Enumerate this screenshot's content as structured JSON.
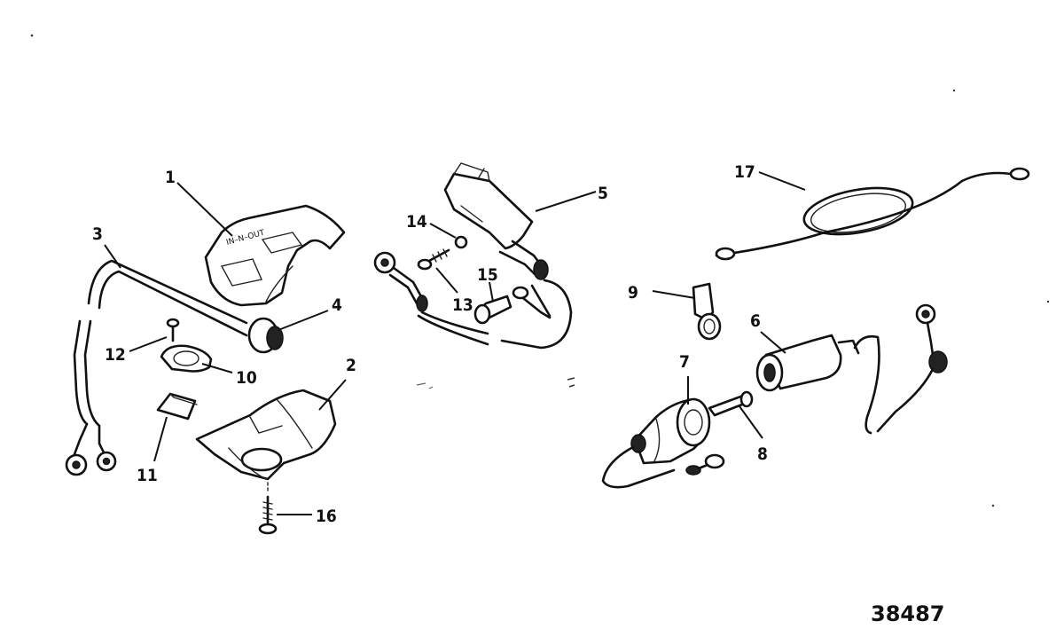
{
  "callouts": {
    "c1": "1",
    "c2": "2",
    "c3": "3",
    "c4": "4",
    "c5": "5",
    "c6": "6",
    "c7": "7",
    "c8": "8",
    "c9": "9",
    "c10": "10",
    "c11": "11",
    "c12": "12",
    "c13": "13",
    "c14": "14",
    "c15": "15",
    "c16": "16",
    "c17": "17"
  },
  "catalog_number": "38487"
}
